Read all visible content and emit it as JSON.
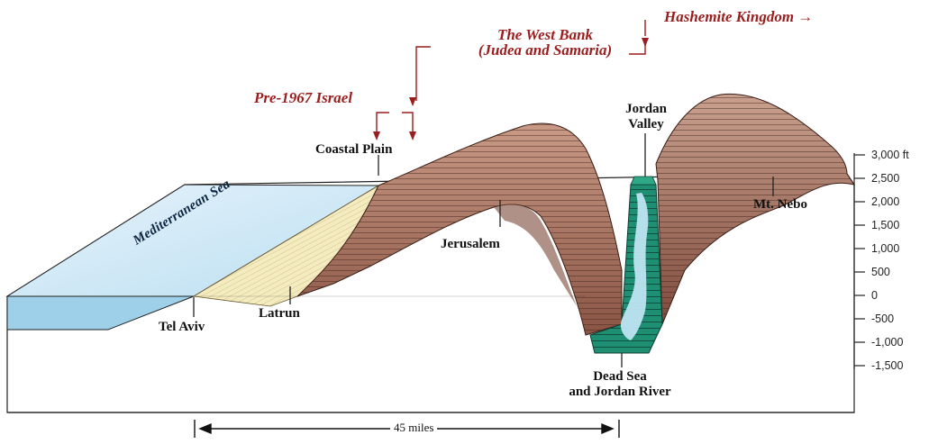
{
  "regions": {
    "west_bank_line1": "The West Bank",
    "west_bank_line2": "(Judea and Samaria)",
    "hashemite": "Hashemite Kingdom →",
    "pre1967": "Pre-1967 Israel"
  },
  "places": {
    "coastal_plain": "Coastal Plain",
    "jordan_valley_line1": "Jordan",
    "jordan_valley_line2": "Valley",
    "mediterranean": "Mediterranean Sea",
    "jerusalem": "Jerusalem",
    "mt_nebo": "Mt. Nebo",
    "latrun": "Latrun",
    "tel_aviv": "Tel Aviv",
    "dead_sea_line1": "Dead Sea",
    "dead_sea_line2": "and Jordan River"
  },
  "elevation_axis": {
    "ticks": [
      "3,000 ft",
      "2,500",
      "2,000",
      "1,500",
      "1,000",
      "500",
      "0",
      "-500",
      "-1,000",
      "-1,500"
    ]
  },
  "distance": {
    "label": "45 miles"
  },
  "colors": {
    "terrain": "#a8705f",
    "terrain_dark": "#7a4738",
    "coastal": "#f4ecc0",
    "sea": "#cfe8f6",
    "sea_front": "#9fd0ea",
    "jordan_valley": "#1e8f72",
    "accent_red": "#9b1d1d"
  }
}
